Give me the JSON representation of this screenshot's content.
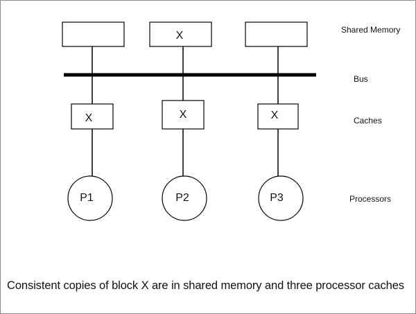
{
  "labels": {
    "shared_memory": "Shared Memory",
    "bus": "Bus",
    "caches": "Caches",
    "processors": "Processors"
  },
  "memory_blocks": [
    {
      "content": ""
    },
    {
      "content": "X"
    },
    {
      "content": ""
    }
  ],
  "caches": [
    {
      "content": "X"
    },
    {
      "content": "X"
    },
    {
      "content": "X"
    }
  ],
  "processors": [
    {
      "label": "P1"
    },
    {
      "label": "P2"
    },
    {
      "label": "P3"
    }
  ],
  "caption": "Consistent copies of block X are in shared memory and three processor caches",
  "colors": {
    "line": "#000000",
    "background": "#ffffff",
    "border": "#8a8a8a"
  }
}
